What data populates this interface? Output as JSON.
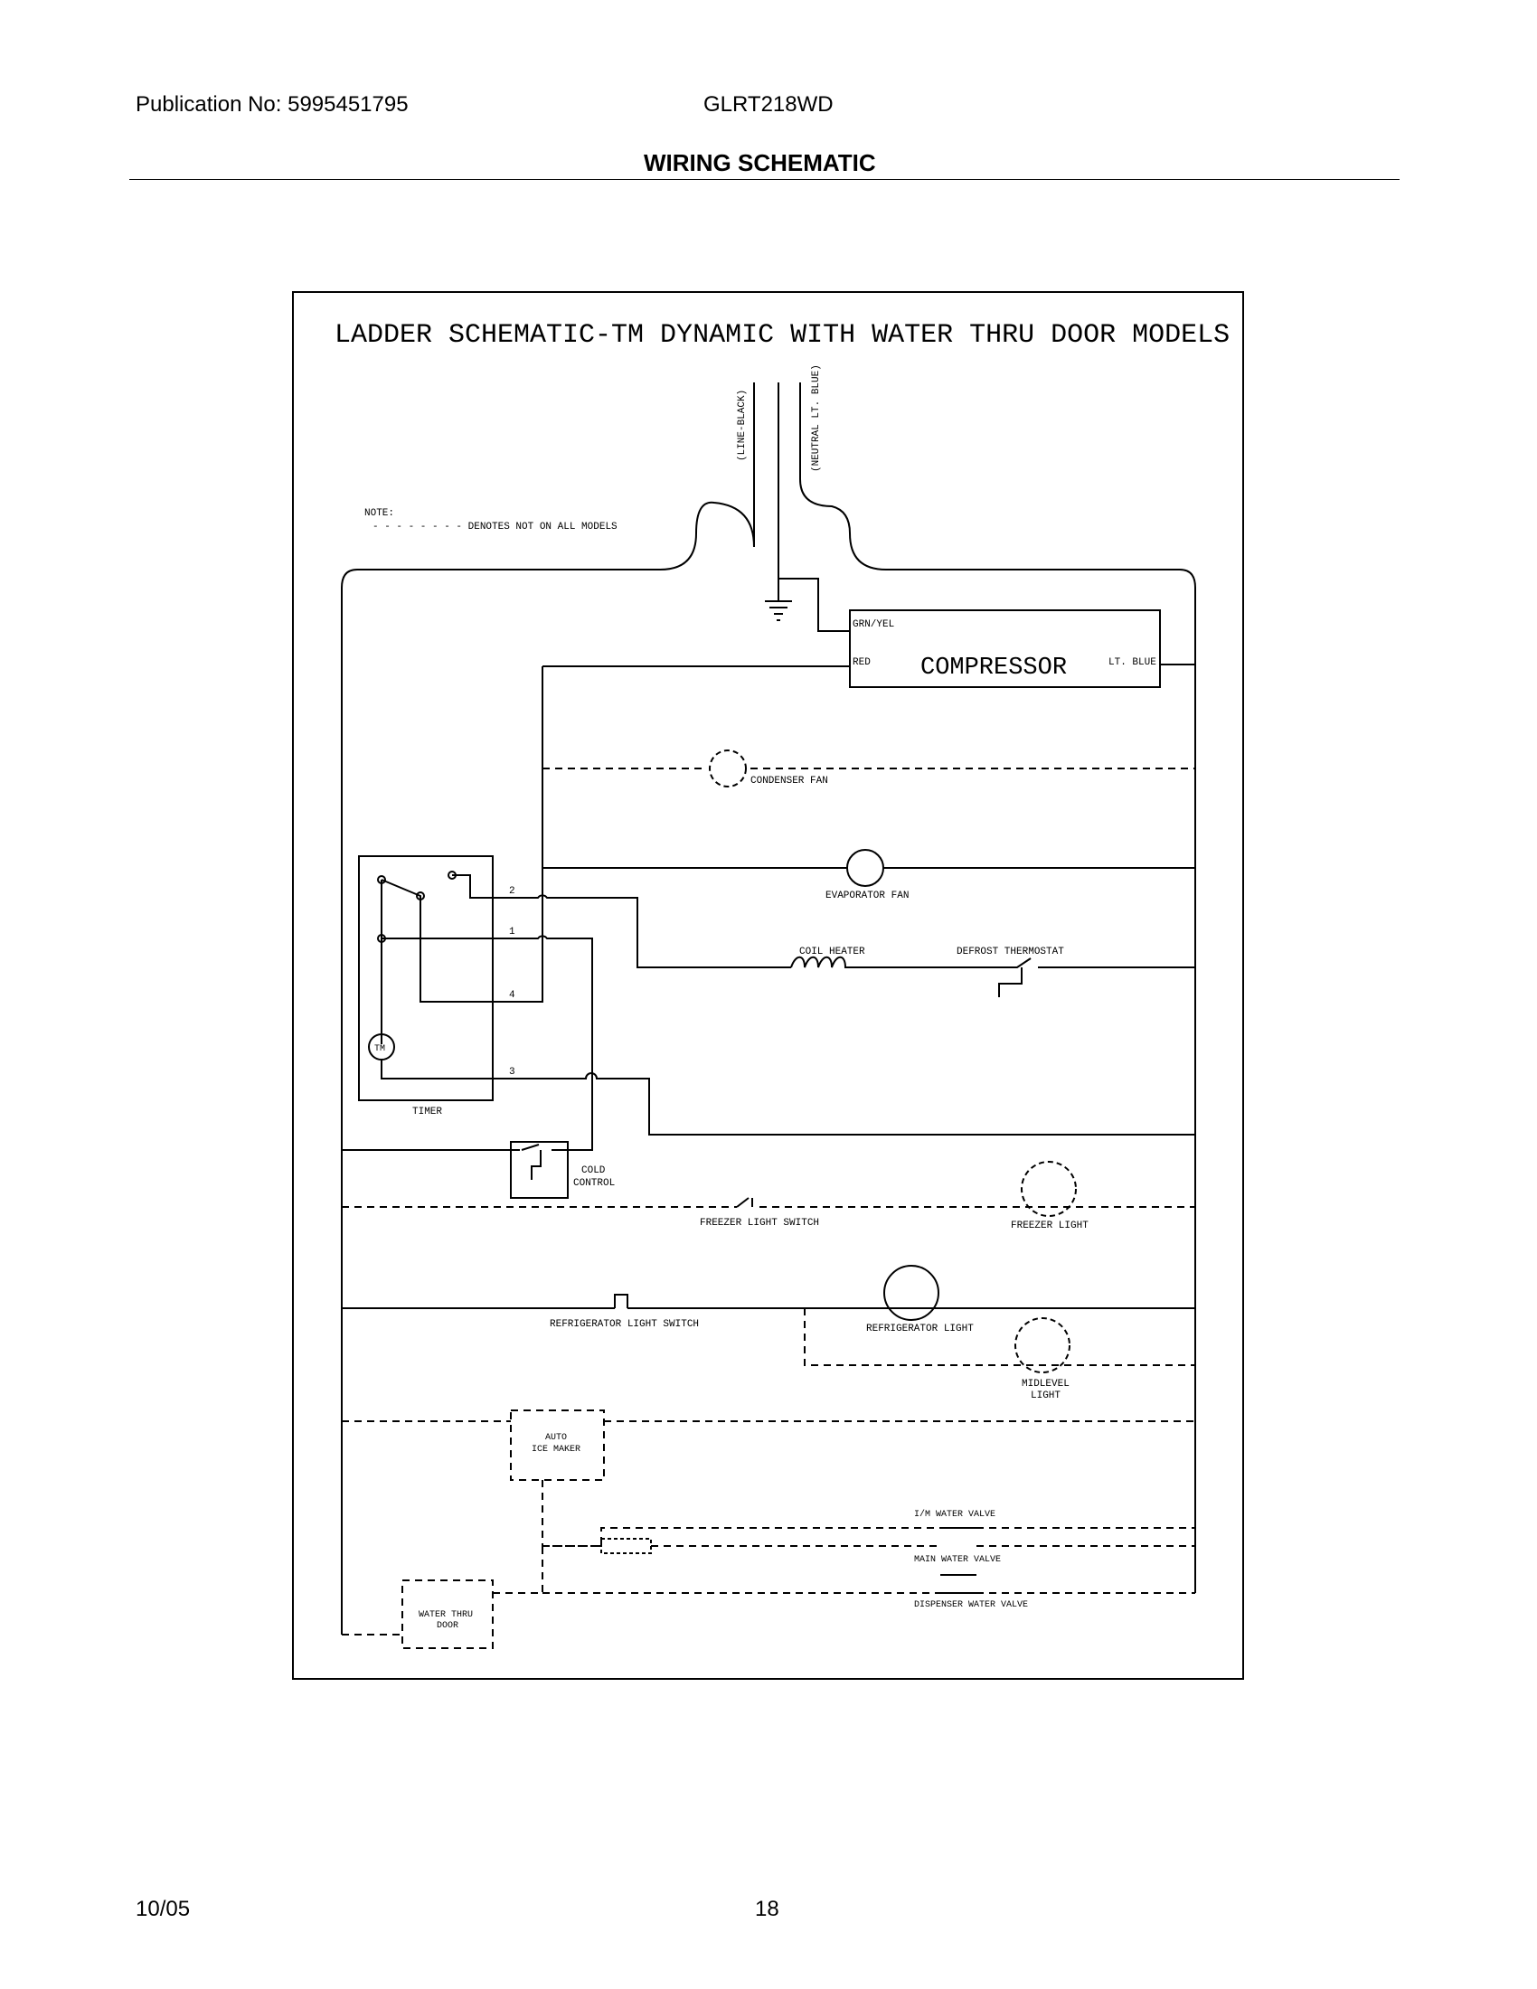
{
  "header": {
    "publication": "Publication No: 5995451795",
    "model": "GLRT218WD",
    "section_title": "WIRING SCHEMATIC"
  },
  "footer": {
    "date": "10/05",
    "page_number": "18"
  },
  "schematic": {
    "title": "LADDER SCHEMATIC-TM DYNAMIC WITH WATER THRU DOOR MODELS",
    "line_label": "(LINE-BLACK)",
    "neutral_label": "(NEUTRAL LT. BLUE)",
    "note_label": "NOTE:",
    "note_text": "- - - - - - - - DENOTES NOT ON ALL MODELS",
    "wire_grn_yel": "GRN/YEL",
    "wire_red": "RED",
    "wire_lt_blue": "LT. BLUE",
    "compressor": "COMPRESSOR",
    "condenser_fan": "CONDENSER FAN",
    "evaporator_fan": "EVAPORATOR FAN",
    "coil_heater": "COIL HEATER",
    "defrost_thermostat": "DEFROST THERMOSTAT",
    "timer": "TIMER",
    "timer_motor": "TM",
    "terminal_2": "2",
    "terminal_1": "1",
    "terminal_4": "4",
    "terminal_3": "3",
    "cold_control_1": "COLD",
    "cold_control_2": "CONTROL",
    "freezer_light_switch": "FREEZER LIGHT SWITCH",
    "freezer_light": "FREEZER LIGHT",
    "refrigerator_light_switch": "REFRIGERATOR LIGHT SWITCH",
    "refrigerator_light": "REFRIGERATOR LIGHT",
    "midlevel_light_1": "MIDLEVEL",
    "midlevel_light_2": "LIGHT",
    "auto_ice_maker_1": "AUTO",
    "auto_ice_maker_2": "ICE MAKER",
    "im_water_valve": "I/M WATER VALVE",
    "main_water_valve": "MAIN WATER VALVE",
    "dispenser_water_valve": "DISPENSER WATER VALVE",
    "water_thru_door_1": "WATER THRU",
    "water_thru_door_2": "DOOR"
  }
}
